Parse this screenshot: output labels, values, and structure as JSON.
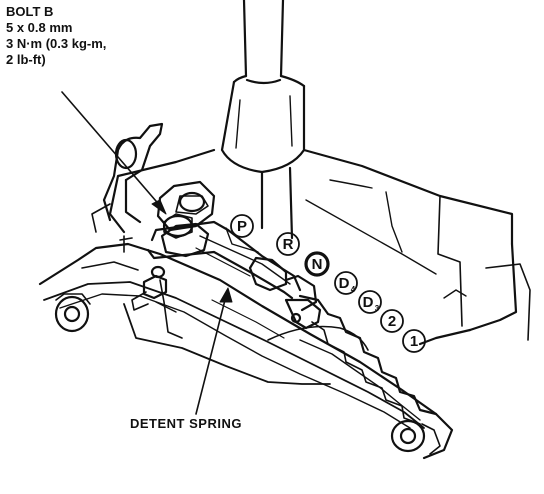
{
  "bolt_label": {
    "title": "BOLT B",
    "size": "5 x 0.8 mm",
    "torque_line1": "3 N·m (0.3 kg-m,",
    "torque_line2": "2 lb-ft)"
  },
  "spring_label": "DETENT SPRING",
  "gear_positions": [
    {
      "label": "P",
      "sub": ""
    },
    {
      "label": "R",
      "sub": ""
    },
    {
      "label": "N",
      "sub": ""
    },
    {
      "label": "D",
      "sub": "4"
    },
    {
      "label": "D",
      "sub": "3"
    },
    {
      "label": "2",
      "sub": ""
    },
    {
      "label": "1",
      "sub": ""
    }
  ],
  "colors": {
    "ink": "#111111",
    "paper": "#ffffff"
  }
}
